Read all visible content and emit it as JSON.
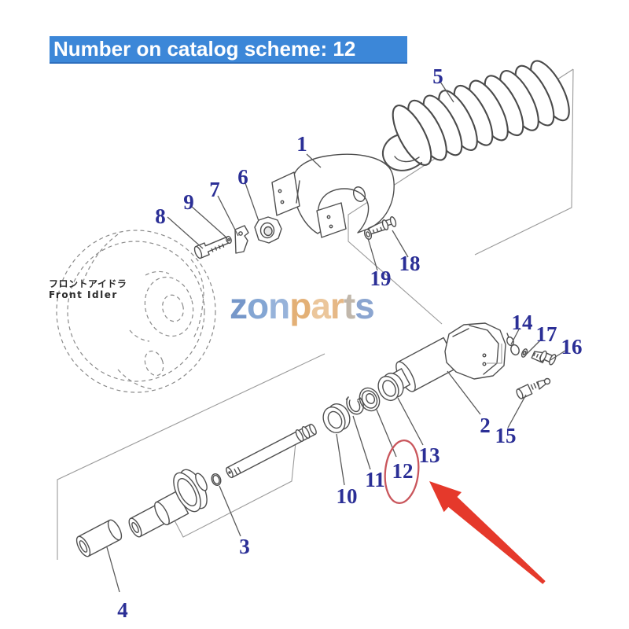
{
  "title": {
    "text": "Number on catalog scheme: 12"
  },
  "watermark": {
    "text": "zonparts",
    "letters": [
      "z",
      "o",
      "n",
      "p",
      "a",
      "r",
      "t",
      "s"
    ]
  },
  "idler_caption": {
    "japanese": "フロントアイドラ",
    "english": "Front Idler"
  },
  "highlight": {
    "circled_part_number": "12"
  },
  "parts": [
    {
      "number": "1"
    },
    {
      "number": "2"
    },
    {
      "number": "3"
    },
    {
      "number": "4"
    },
    {
      "number": "5"
    },
    {
      "number": "6"
    },
    {
      "number": "7"
    },
    {
      "number": "8"
    },
    {
      "number": "9"
    },
    {
      "number": "10"
    },
    {
      "number": "11"
    },
    {
      "number": "12"
    },
    {
      "number": "13"
    },
    {
      "number": "14"
    },
    {
      "number": "15"
    },
    {
      "number": "16"
    },
    {
      "number": "17"
    },
    {
      "number": "18"
    },
    {
      "number": "19"
    }
  ],
  "colors": {
    "title_bar": "#3c87d8",
    "part_label": "#2b2f96",
    "highlight_arrow": "#e5392b",
    "highlight_circle": "#c9565c",
    "drawing_line": "#4f4f4f"
  }
}
